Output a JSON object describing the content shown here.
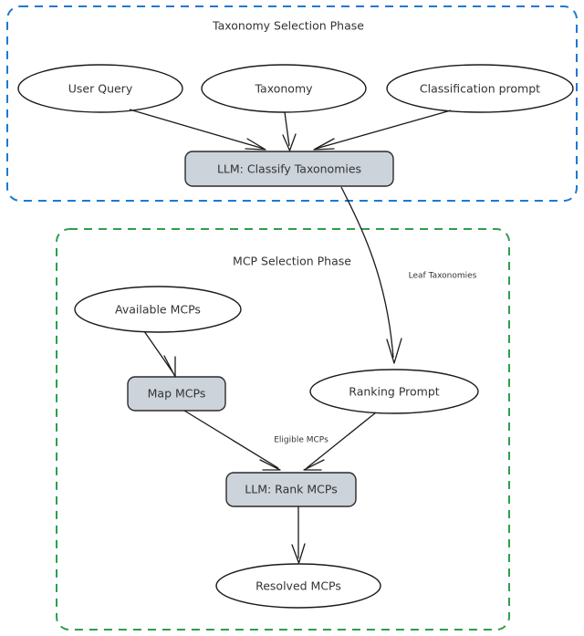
{
  "diagram": {
    "title_visible": false,
    "colors": {
      "taxonomy_phase_border": "#1f78d1",
      "mcp_phase_border": "#2e9e4f",
      "process_fill": "#ccd3da",
      "node_stroke": "#1a1a1a",
      "text": "#333333",
      "background": "#ffffff"
    },
    "phases": [
      {
        "id": "taxonomy-selection-phase",
        "label": "Taxonomy Selection Phase",
        "border_color": "#1f78d1",
        "border_style": "dashed"
      },
      {
        "id": "mcp-selection-phase",
        "label": "MCP Selection Phase",
        "border_color": "#2e9e4f",
        "border_style": "dashed"
      }
    ],
    "nodes": [
      {
        "id": "user-query",
        "label": "User Query",
        "shape": "ellipse",
        "phase": "taxonomy-selection-phase"
      },
      {
        "id": "taxonomy",
        "label": "Taxonomy",
        "shape": "ellipse",
        "phase": "taxonomy-selection-phase"
      },
      {
        "id": "classification-prompt",
        "label": "Classification prompt",
        "shape": "ellipse",
        "phase": "taxonomy-selection-phase"
      },
      {
        "id": "llm-classify",
        "label": "LLM: Classify Taxonomies",
        "shape": "rounded-rect",
        "phase": "taxonomy-selection-phase"
      },
      {
        "id": "available-mcps",
        "label": "Available MCPs",
        "shape": "ellipse",
        "phase": "mcp-selection-phase"
      },
      {
        "id": "map-mcps",
        "label": "Map MCPs",
        "shape": "rounded-rect",
        "phase": "mcp-selection-phase"
      },
      {
        "id": "ranking-prompt",
        "label": "Ranking Prompt",
        "shape": "ellipse",
        "phase": "mcp-selection-phase"
      },
      {
        "id": "llm-rank",
        "label": "LLM: Rank MCPs",
        "shape": "rounded-rect",
        "phase": "mcp-selection-phase"
      },
      {
        "id": "resolved-mcps",
        "label": "Resolved MCPs",
        "shape": "ellipse",
        "phase": "mcp-selection-phase"
      }
    ],
    "edges": [
      {
        "id": "e1",
        "from": "user-query",
        "to": "llm-classify",
        "label": ""
      },
      {
        "id": "e2",
        "from": "taxonomy",
        "to": "llm-classify",
        "label": ""
      },
      {
        "id": "e3",
        "from": "classification-prompt",
        "to": "llm-classify",
        "label": ""
      },
      {
        "id": "e4",
        "from": "llm-classify",
        "to": "ranking-prompt",
        "label": "Leaf Taxonomies"
      },
      {
        "id": "e5",
        "from": "available-mcps",
        "to": "map-mcps",
        "label": ""
      },
      {
        "id": "e6",
        "from": "map-mcps",
        "to": "llm-rank",
        "label": "Eligible MCPs"
      },
      {
        "id": "e7",
        "from": "ranking-prompt",
        "to": "llm-rank",
        "label": ""
      },
      {
        "id": "e8",
        "from": "llm-rank",
        "to": "resolved-mcps",
        "label": ""
      }
    ],
    "edge_labels": {
      "leaf_taxonomies": "Leaf Taxonomies",
      "eligible_mcps": "Eligible MCPs"
    }
  }
}
